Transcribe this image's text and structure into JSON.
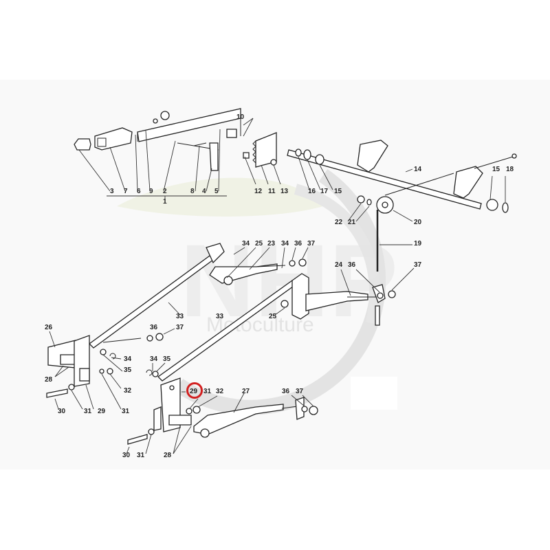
{
  "diagram": {
    "type": "exploded-parts-diagram",
    "subject": "Lever / rod linkage assembly",
    "highlight": {
      "part": "29",
      "color": "#d21f1f"
    },
    "watermark": {
      "logo": "NHP",
      "subtitle": "Motoculture",
      "color": "#e3e3e3",
      "arc_color": "#e0e0e0",
      "leaf_color": "#eef0e0"
    },
    "background": {
      "page": "#ffffff",
      "canvas": "#f9f9f9"
    }
  },
  "labels": {
    "top_group": [
      "3",
      "7",
      "6",
      "9",
      "2",
      "8",
      "4",
      "5"
    ],
    "top_group_parent": "1",
    "p10": "10",
    "p11": "11",
    "p12": "12",
    "p13": "13",
    "p14": "14",
    "p15a": "15",
    "p15b": "15",
    "p16": "16",
    "p17": "17",
    "p18": "18",
    "p19": "19",
    "p20": "20",
    "p21": "21",
    "p22": "22",
    "p23": "23",
    "p24": "24",
    "p25a": "25",
    "p25b": "25",
    "p26": "26",
    "p27": "27",
    "p28a": "28",
    "p28b": "28",
    "p29a": "29",
    "p29b": "29",
    "p30a": "30",
    "p30b": "30",
    "p31a": "31",
    "p31b": "31",
    "p31c": "31",
    "p31d": "31",
    "p32a": "32",
    "p32b": "32",
    "p33a": "33",
    "p33b": "33",
    "p34a": "34",
    "p34b": "34",
    "p34c": "34",
    "p34d": "34",
    "p35a": "35",
    "p35b": "35",
    "p36a": "36",
    "p36b": "36",
    "p36c": "36",
    "p36d": "36",
    "p37a": "37",
    "p37b": "37",
    "p37c": "37",
    "p37d": "37"
  }
}
